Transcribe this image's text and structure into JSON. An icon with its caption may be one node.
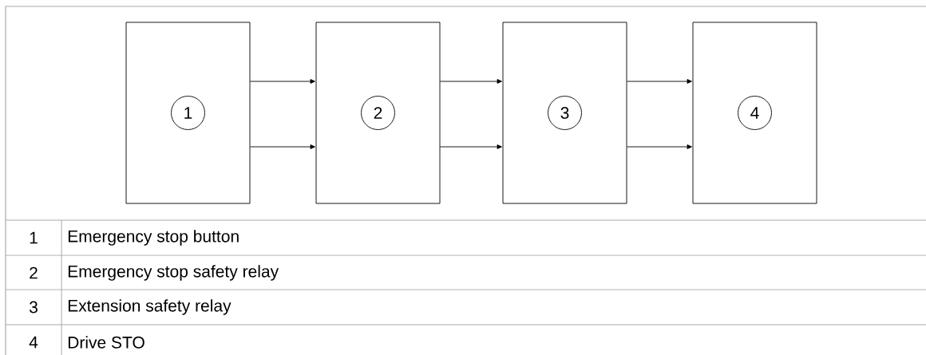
{
  "diagram": {
    "nodes": [
      {
        "text": [],
        "shape": "box"
      },
      {
        "text": [
          "1"
        ],
        "in": 0
      },
      {
        "text": [],
        "shape": "box"
      },
      {
        "text": [
          "2"
        ],
        "in": 2
      },
      {
        "text": [],
        "shape": "box"
      },
      {
        "text": [
          "3"
        ],
        "in": 4
      },
      {
        "text": [],
        "shape": "box"
      },
      {
        "text": [
          "4"
        ],
        "in": 6
      }
    ],
    "edges": [
      {
        "from": 0,
        "to": 2,
        "arrow": "to"
      },
      {
        "from": 0,
        "to": 2,
        "arrow": "to"
      },
      {
        "from": 2,
        "to": 4,
        "arrow": "to"
      },
      {
        "from": 2,
        "to": 4,
        "arrow": "to"
      },
      {
        "from": 4,
        "to": 6,
        "arrow": "to"
      },
      {
        "from": 4,
        "to": 6,
        "arrow": "to"
      }
    ],
    "labels": [
      "1",
      "Emergency stop button",
      "2",
      "Emergency stop safety relay",
      "3",
      "Extension safety relay",
      "4",
      "Drive STO"
    ]
  }
}
